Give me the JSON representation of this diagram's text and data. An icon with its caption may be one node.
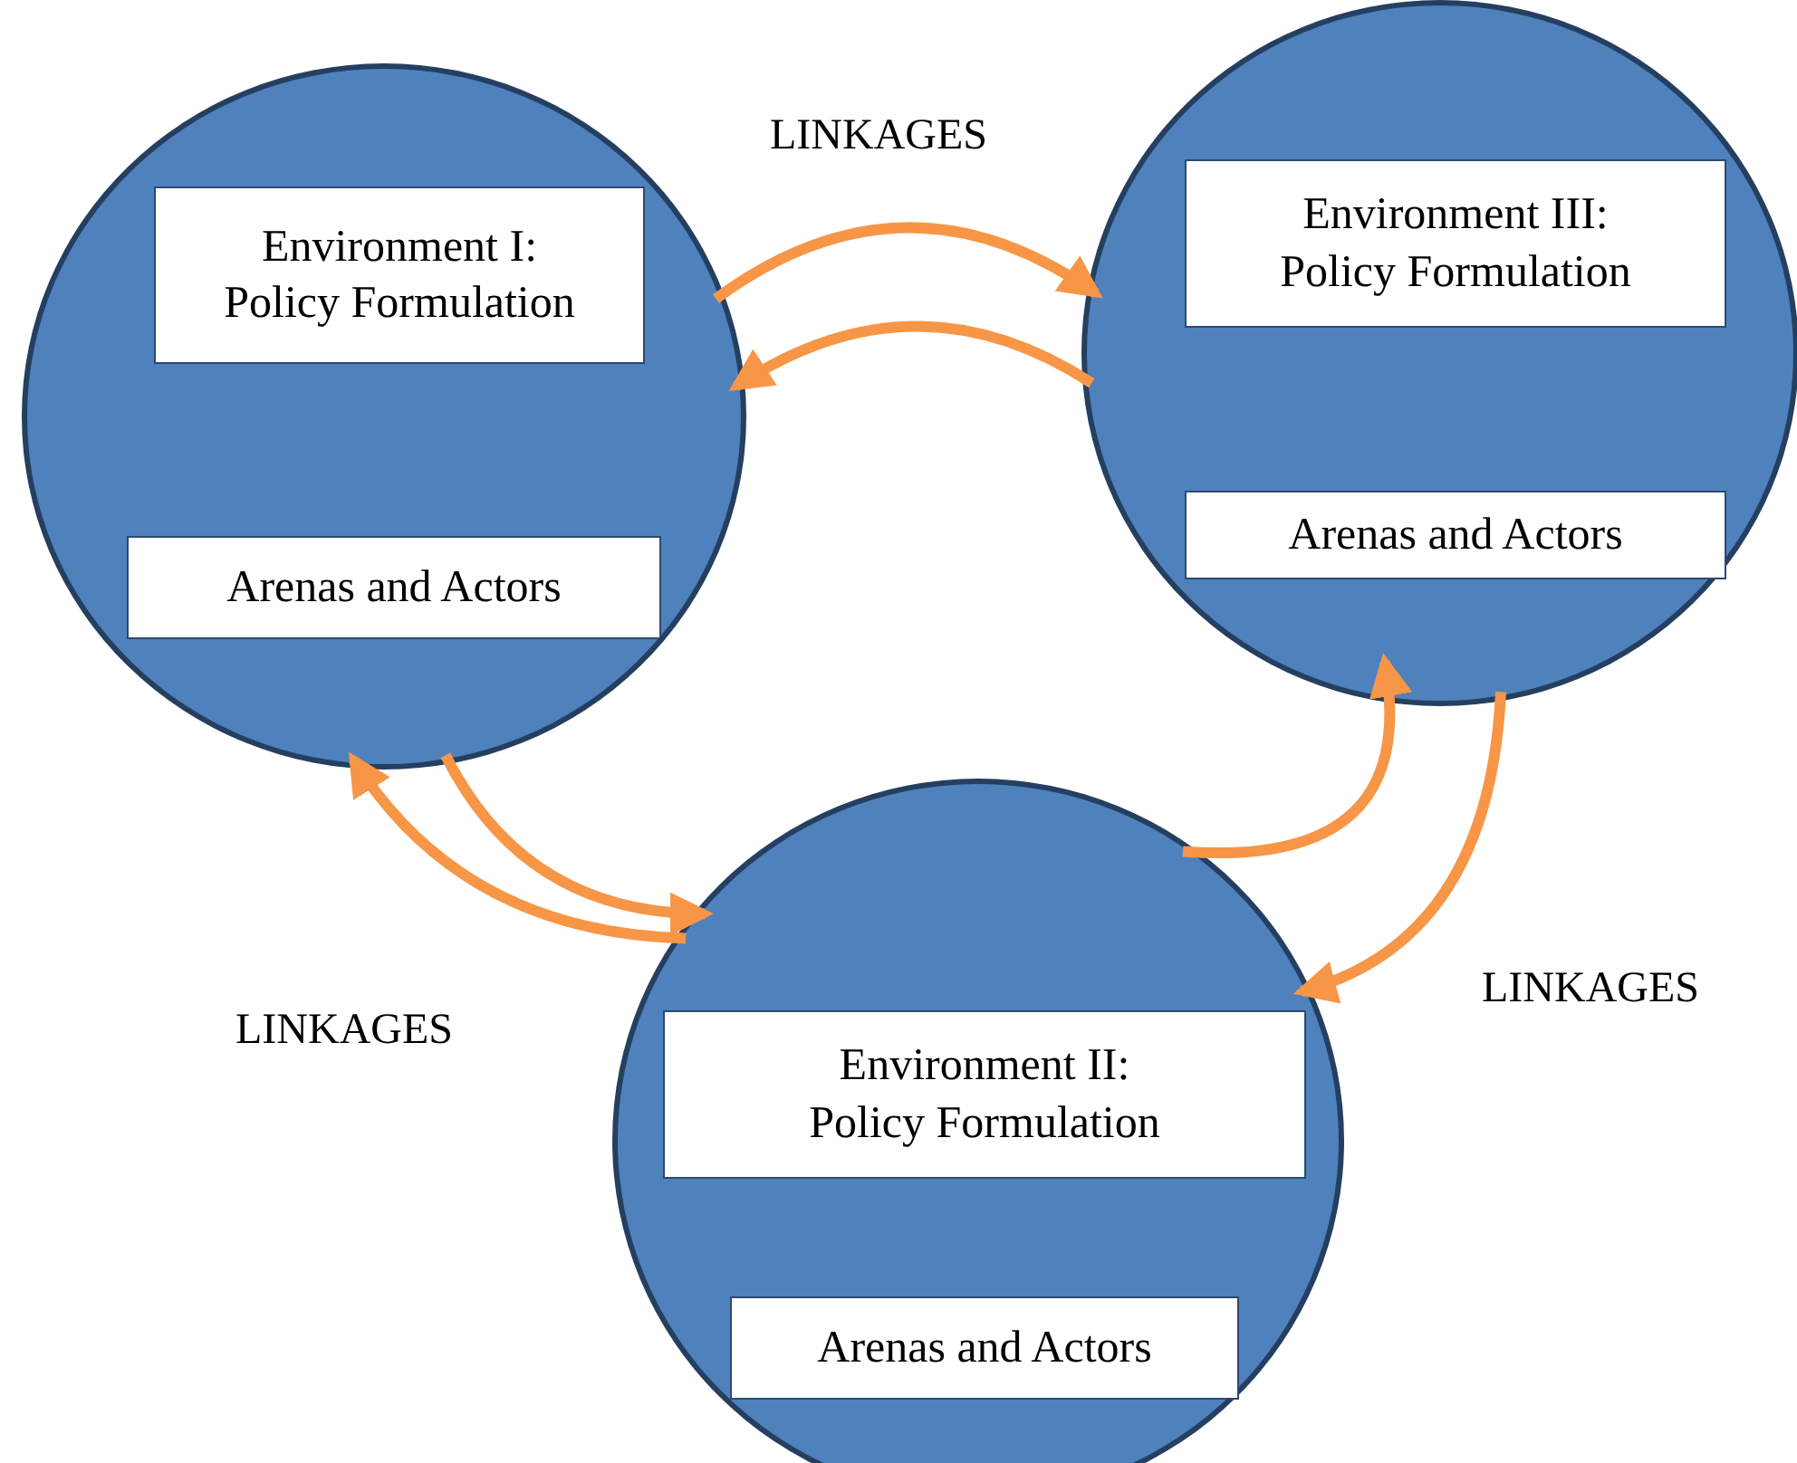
{
  "diagram": {
    "nodes": [
      {
        "text": [],
        "shape": "circle"
      },
      {
        "text": [
          "Environment I: Policy Formulation"
        ],
        "in": 0
      },
      {
        "text": [
          "Arenas and Actors"
        ],
        "in": 0
      },
      {
        "text": [],
        "shape": "circle"
      },
      {
        "text": [
          "Environment III: Policy Formulation"
        ],
        "in": 3
      },
      {
        "text": [
          "Arenas and Actors"
        ],
        "in": 3
      },
      {
        "text": [],
        "shape": "circle"
      },
      {
        "text": [
          "Environment II: Policy Formulation"
        ],
        "in": 6
      },
      {
        "text": [
          "Arenas and Actors"
        ],
        "in": 6
      }
    ],
    "edges": [
      {
        "from": 0,
        "to": 3,
        "arrow": "to"
      },
      {
        "from": 3,
        "to": 0,
        "arrow": "to"
      },
      {
        "from": 0,
        "to": 6,
        "arrow": "to"
      },
      {
        "from": 6,
        "to": 0,
        "arrow": "to"
      },
      {
        "from": 6,
        "to": 3,
        "arrow": "to"
      },
      {
        "from": 3,
        "to": 6,
        "arrow": "to"
      }
    ],
    "labels": [
      "LINKAGES",
      "LINKAGES",
      "LINKAGES"
    ]
  }
}
